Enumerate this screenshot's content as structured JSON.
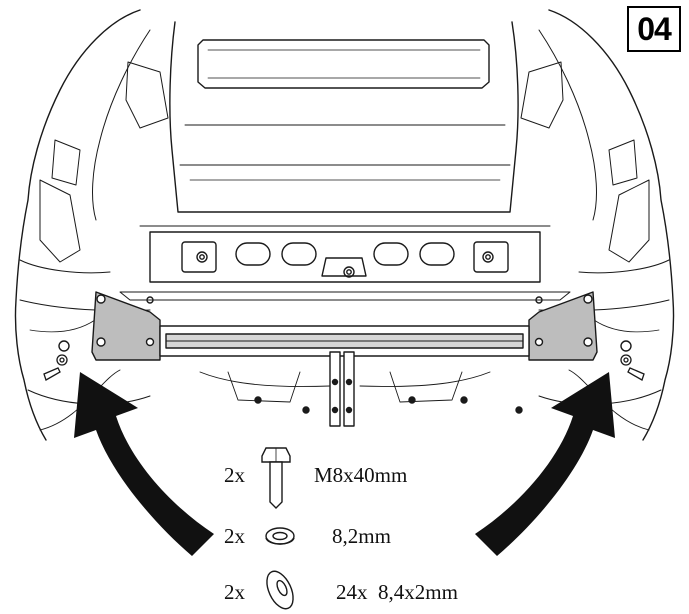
{
  "step": "04",
  "hardware": [
    {
      "qty": "2x",
      "icon": "bolt-icon",
      "spec": "M8x40mm"
    },
    {
      "qty": "2x",
      "icon": "spring-washer-icon",
      "spec": "8,2mm"
    },
    {
      "qty": "2x",
      "icon": "flat-washer-icon",
      "spec": "24x  8,4x2mm"
    }
  ],
  "colors": {
    "line": "#1a1a1a",
    "bracket": "#bdbdbd",
    "arrow": "#111111",
    "badge": "#000000"
  }
}
